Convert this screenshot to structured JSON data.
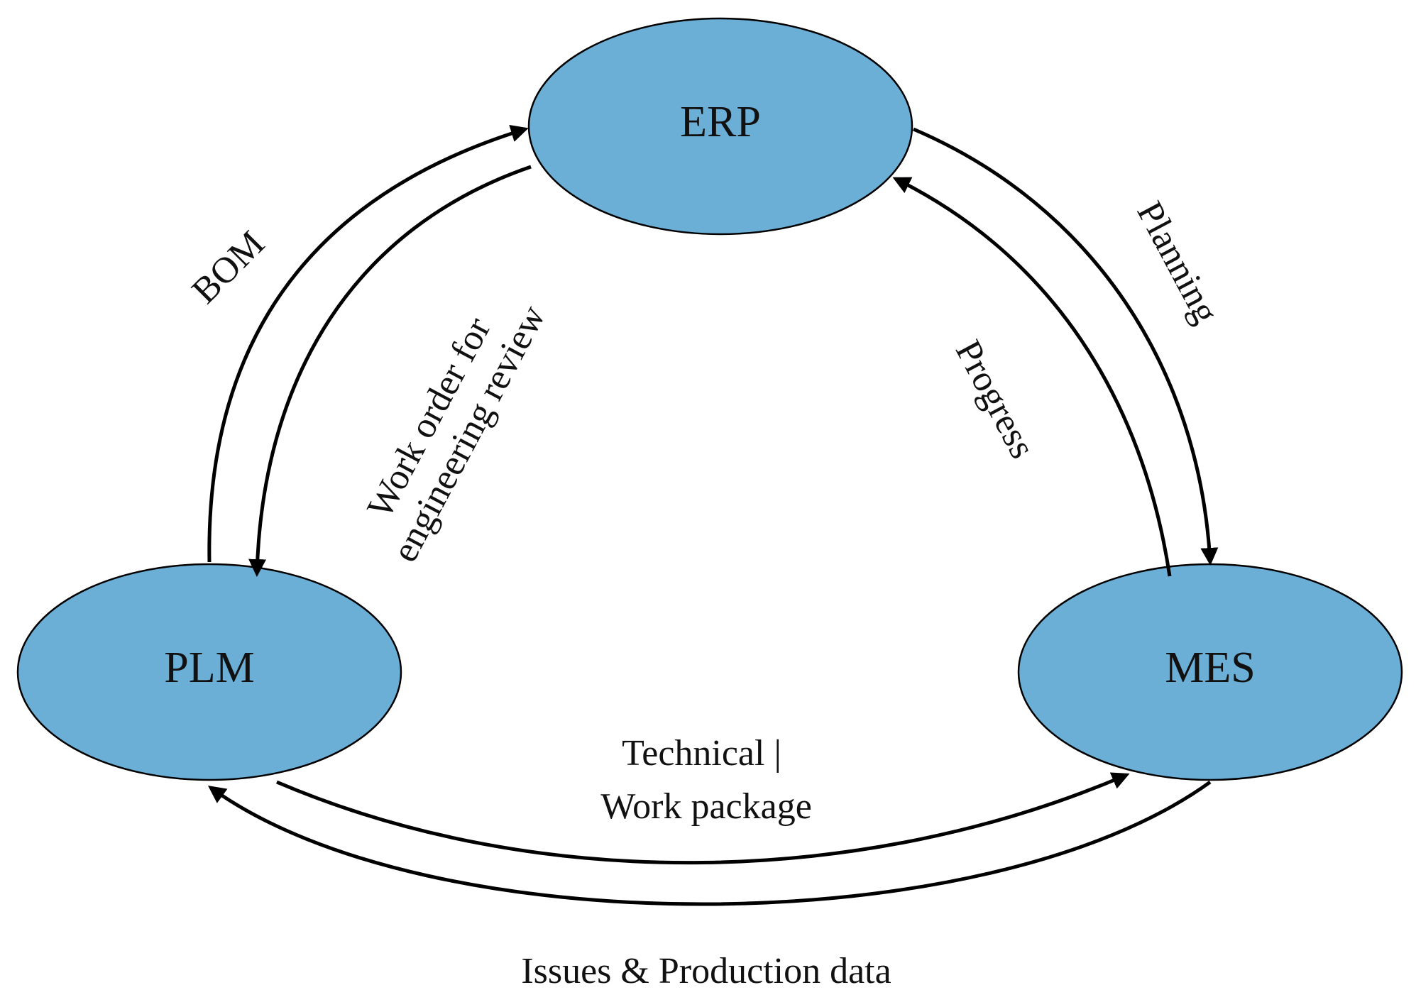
{
  "colors": {
    "node_fill": "#6BAED6",
    "node_stroke": "#000000",
    "arrow": "#000000",
    "text": "#111111"
  },
  "nodes": {
    "erp": "ERP",
    "plm": "PLM",
    "mes": "MES"
  },
  "edges": {
    "bom": "BOM",
    "work_order_line1": "Work order for",
    "work_order_line2": "engineering review",
    "planning": "Planning",
    "progress": "Progress",
    "technical_line1": "Technical  |",
    "technical_line2": "Work package",
    "issues": "Issues & Production data"
  }
}
